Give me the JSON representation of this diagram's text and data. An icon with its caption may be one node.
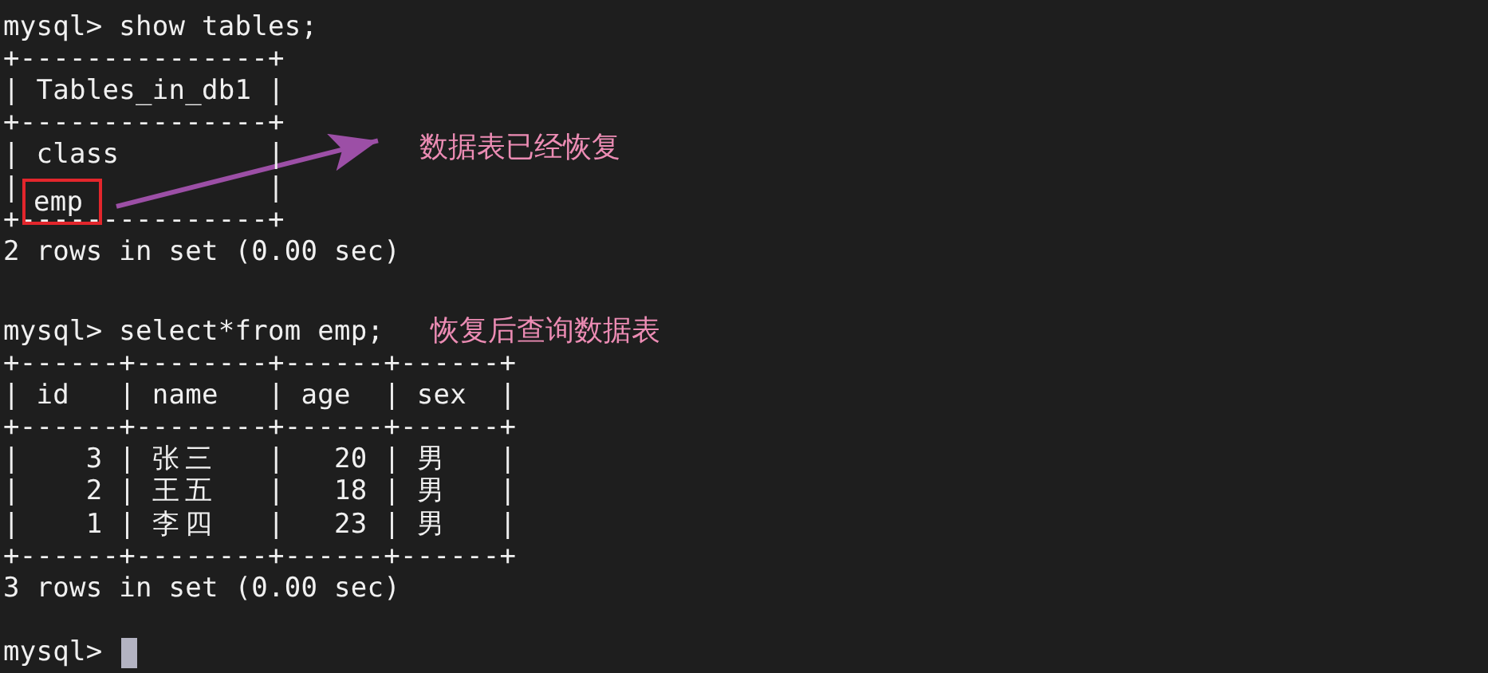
{
  "diagram": {
    "nodes": [
      {
        "text": [
          "emp"
        ]
      },
      {
        "text": [
          "数据表已经恢复"
        ]
      }
    ],
    "edges": [
      {
        "from": 0,
        "to": 1,
        "arrow": "to"
      }
    ],
    "labels": [
      "mysql> show tables;",
      "+---------------+",
      "| Tables_in_db1 |",
      "+---------------+",
      "| class         |",
      "|",
      "|",
      "+---------------+",
      "2 rows in set (0.00 sec)",
      "mysql> select*from emp;",
      "恢复后查询数据表",
      "+------+--------+------+------+",
      "| id   | name   | age  | sex  |",
      "+------+--------+------+------+",
      "|    3 | 张三   |   20 | 男   |",
      "|    2 | 王五   |   18 | 男   |",
      "|    1 | 李四   |   23 | 男   |",
      "+------+--------+------+------+",
      "3 rows in set (0.00 sec)",
      "mysql>"
    ]
  }
}
